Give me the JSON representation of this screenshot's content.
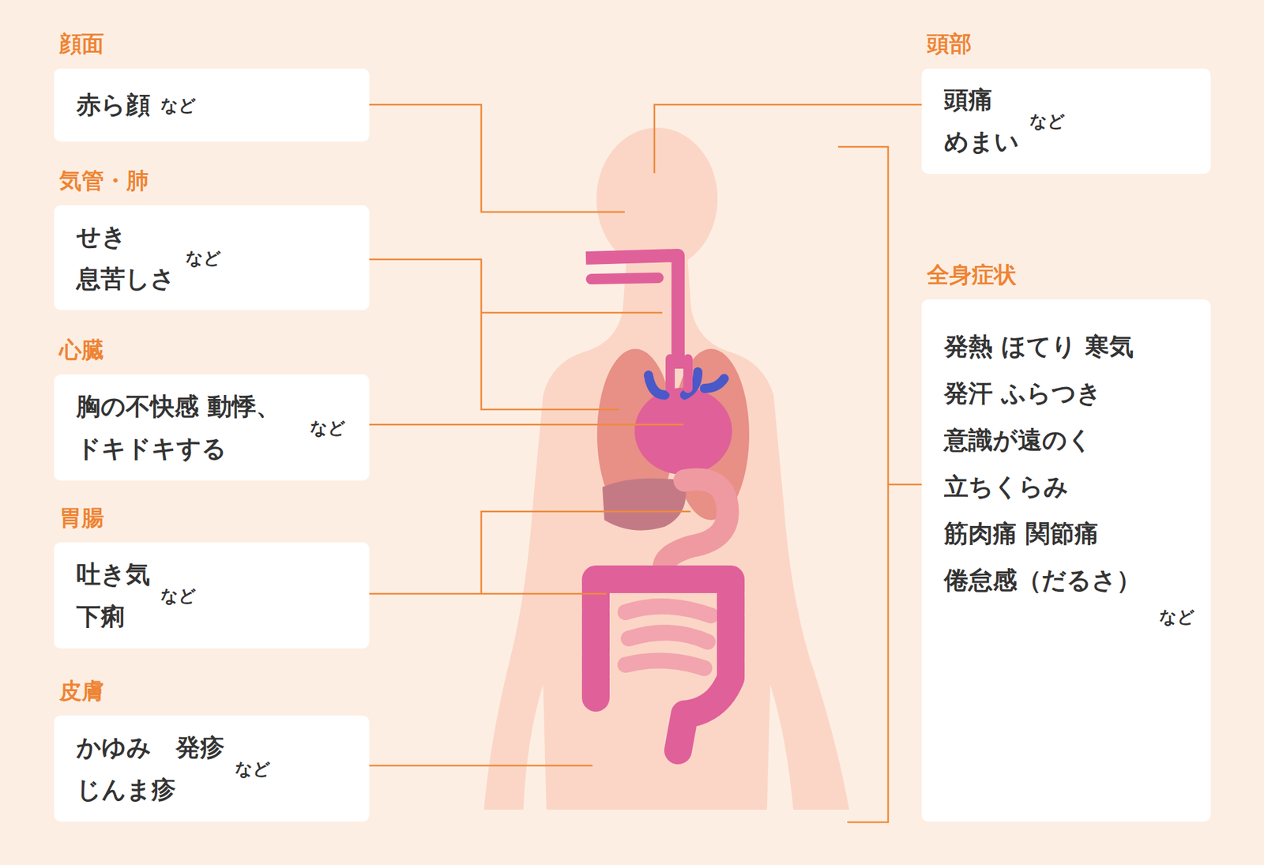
{
  "diagram": {
    "nodes": [
      {
        "text": [
          "顔面",
          "赤ら顔",
          "など"
        ]
      },
      {
        "text": [
          "気管・肺",
          "せき 息苦しさ",
          "など"
        ]
      },
      {
        "text": [
          "心臓",
          "胸の不快感 動悸、ドキドキする",
          "など"
        ]
      },
      {
        "text": [
          "胃腸",
          "吐き気 下痢",
          "など"
        ]
      },
      {
        "text": [
          "皮膚",
          "かゆみ　発疹 じんま疹",
          "など"
        ]
      },
      {
        "text": [
          "頭部",
          "頭痛 めまい",
          "など"
        ]
      },
      {
        "text": [
          "全身症状",
          "発熱 ほてり 寒気 発汗 ふらつき 意識が遠のく 立ちくらみ 筋肉痛 関節痛 倦怠感（だるさ）",
          "など"
        ]
      }
    ]
  }
}
